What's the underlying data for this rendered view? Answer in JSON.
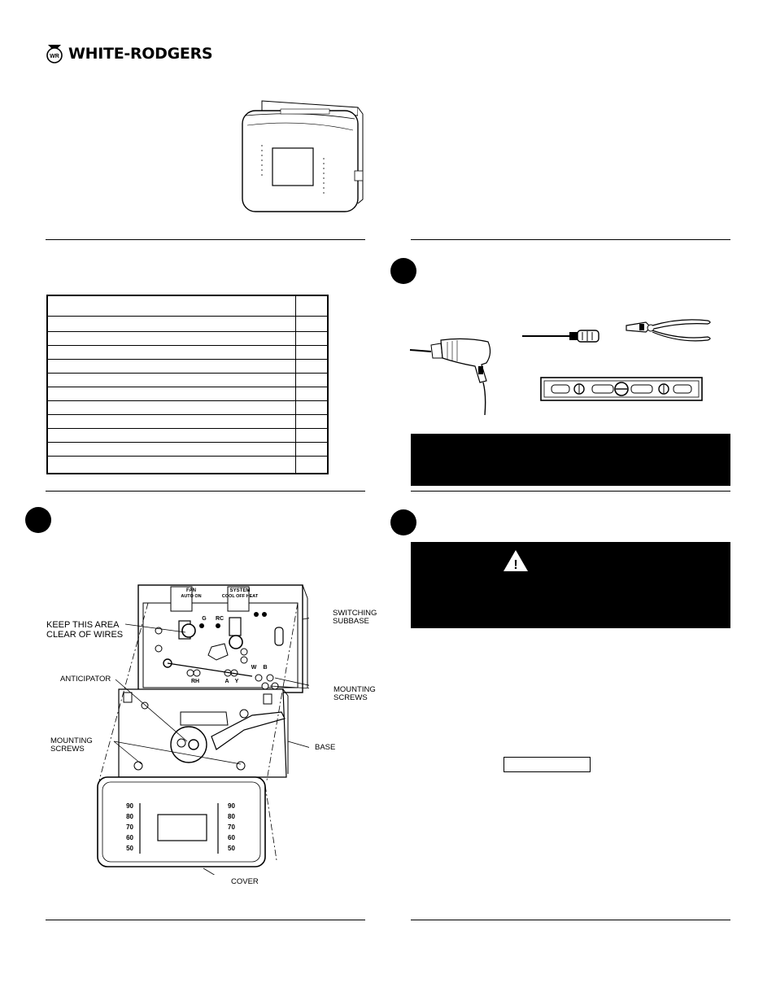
{
  "brand": {
    "name": "WHITE-RODGERS",
    "logo_glyph": "WR"
  },
  "diagram": {
    "keep_clear": "KEEP THIS AREA CLEAR OF WIRES",
    "keep_clear_line1": "KEEP THIS AREA",
    "keep_clear_line2": "CLEAR OF WIRES",
    "anticipator": "ANTICIPATOR",
    "mounting_screws_left_1": "MOUNTING",
    "mounting_screws_left_2": "SCREWS",
    "switching_subbase_1": "SWITCHING",
    "switching_subbase_2": "SUBBASE",
    "mounting_screws_right_1": "MOUNTING",
    "mounting_screws_right_2": "SCREWS",
    "base": "BASE",
    "cover": "COVER",
    "subbase_labels": {
      "fan": "FAN",
      "fan_modes": "AUTO  ON",
      "system": "SYSTEM",
      "system_modes": "COOL OFF HEAT"
    },
    "terminal_labels": [
      "G",
      "RC",
      "W",
      "B",
      "RH",
      "A",
      "Y"
    ],
    "scale_left": [
      "90",
      "80",
      "70",
      "60",
      "50"
    ],
    "scale_right": [
      "90",
      "80",
      "70",
      "60",
      "50"
    ]
  },
  "warning": {
    "symbol": "!"
  }
}
